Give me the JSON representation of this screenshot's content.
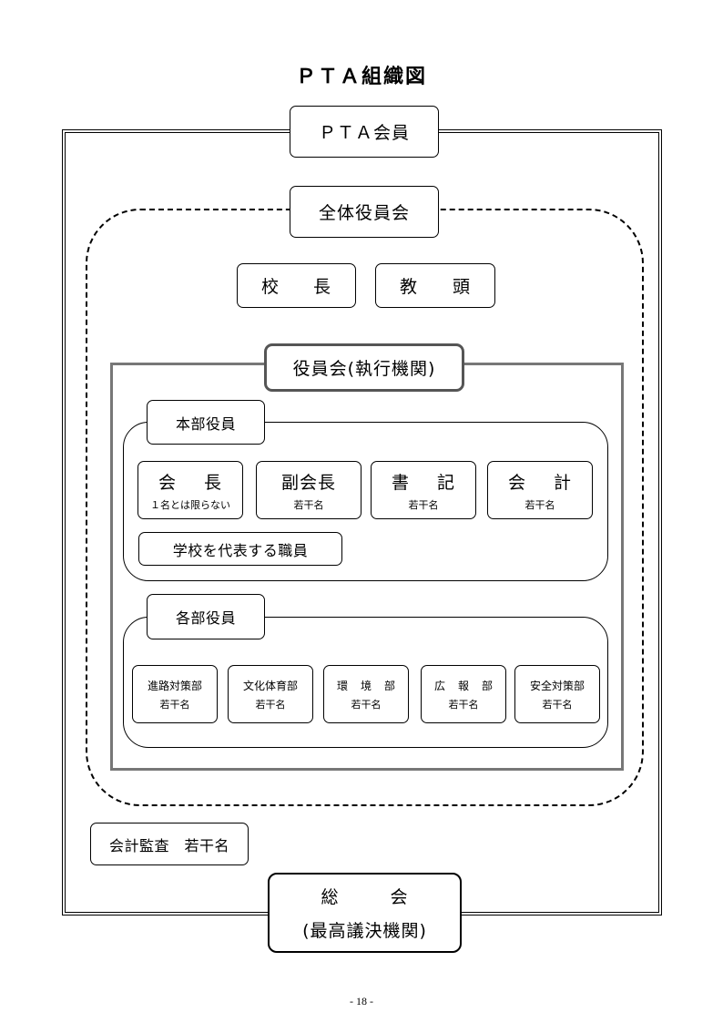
{
  "title": "ＰＴＡ組織図",
  "members": "ＰＴＡ会員",
  "all_officers": "全体役員会",
  "principal": [
    "校",
    "長"
  ],
  "vice_principal": [
    "教",
    "頭"
  ],
  "executive": "役員会(執行機関)",
  "hq": {
    "heading": "本部役員",
    "roles": [
      {
        "name": [
          "会",
          "長"
        ],
        "note": "１名とは限らない"
      },
      {
        "name": [
          "副会長"
        ],
        "note": "若干名"
      },
      {
        "name": [
          "書",
          "記"
        ],
        "note": "若干名"
      },
      {
        "name": [
          "会",
          "計"
        ],
        "note": "若干名"
      }
    ],
    "school_rep": "学校を代表する職員"
  },
  "dept": {
    "heading": "各部役員",
    "roles": [
      {
        "name": [
          "進路対策部"
        ],
        "note": "若干名"
      },
      {
        "name": [
          "文化体育部"
        ],
        "note": "若干名"
      },
      {
        "name": [
          "環",
          "境",
          "部"
        ],
        "note": "若干名"
      },
      {
        "name": [
          "広",
          "報",
          "部"
        ],
        "note": "若干名"
      },
      {
        "name": [
          "安全対策部"
        ],
        "note": "若干名"
      }
    ]
  },
  "auditor": "会計監査　若干名",
  "general_meeting": {
    "line1": [
      "総",
      "会"
    ],
    "line2": "(最高議決機関)"
  },
  "page_number": "- 18 -"
}
